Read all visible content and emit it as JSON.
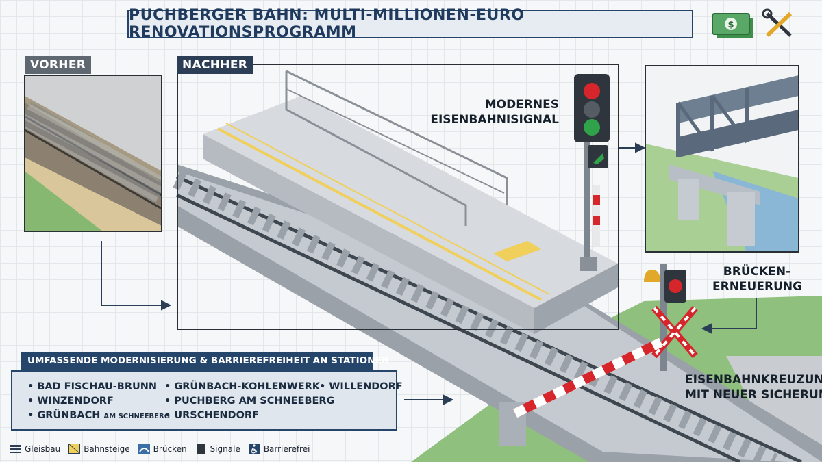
{
  "title": "PUCHBERGER BAHN: MULTI-MILLIONEN-EURO RENOVATIONSPROGRAMM",
  "panels": {
    "before_label": "VORHER",
    "after_label": "NACHHER"
  },
  "callouts": {
    "signal": [
      "MODERNES",
      "EISENBAHNISIGNAL"
    ],
    "bridge": [
      "BRÜCKEN-",
      "ERNEUERUNG"
    ],
    "crossing": [
      "EISENBAHNKREUZUNG",
      "MIT NEUER SICHERUNG"
    ]
  },
  "stations": {
    "heading": "UMFASSENDE MODERNISIERUNG & BARRIEREFREIHEIT AN STATIONEN",
    "col1": [
      "BAD FISCHAU-BRUNN",
      "WINZENDORF",
      "GRÜNBACH"
    ],
    "col1_suffix": "AM SCHNEEBERG",
    "col2": [
      "GRÜNBACH-KOHLENWERK",
      "PUCHBERG AM SCHNEEBERG",
      "URSCHENDORF"
    ],
    "col3": [
      "WILLENDORF"
    ]
  },
  "legend": [
    {
      "icon": "track-icon",
      "label": "Gleisbau"
    },
    {
      "icon": "platform-icon",
      "label": "Bahnsteige"
    },
    {
      "icon": "bridge-icon",
      "label": "Brücken"
    },
    {
      "icon": "signal-icon",
      "label": "Signale"
    },
    {
      "icon": "accessibility-icon",
      "label": "Barrierefrei"
    }
  ],
  "icons": {
    "top_right": [
      "money-icon",
      "tools-icon"
    ],
    "money_symbol": "$"
  },
  "colors": {
    "navy": "#26456a",
    "grass": "#8fc07e",
    "barrier_red": "#d7262b",
    "tactile_yellow": "#f0cf5a"
  }
}
